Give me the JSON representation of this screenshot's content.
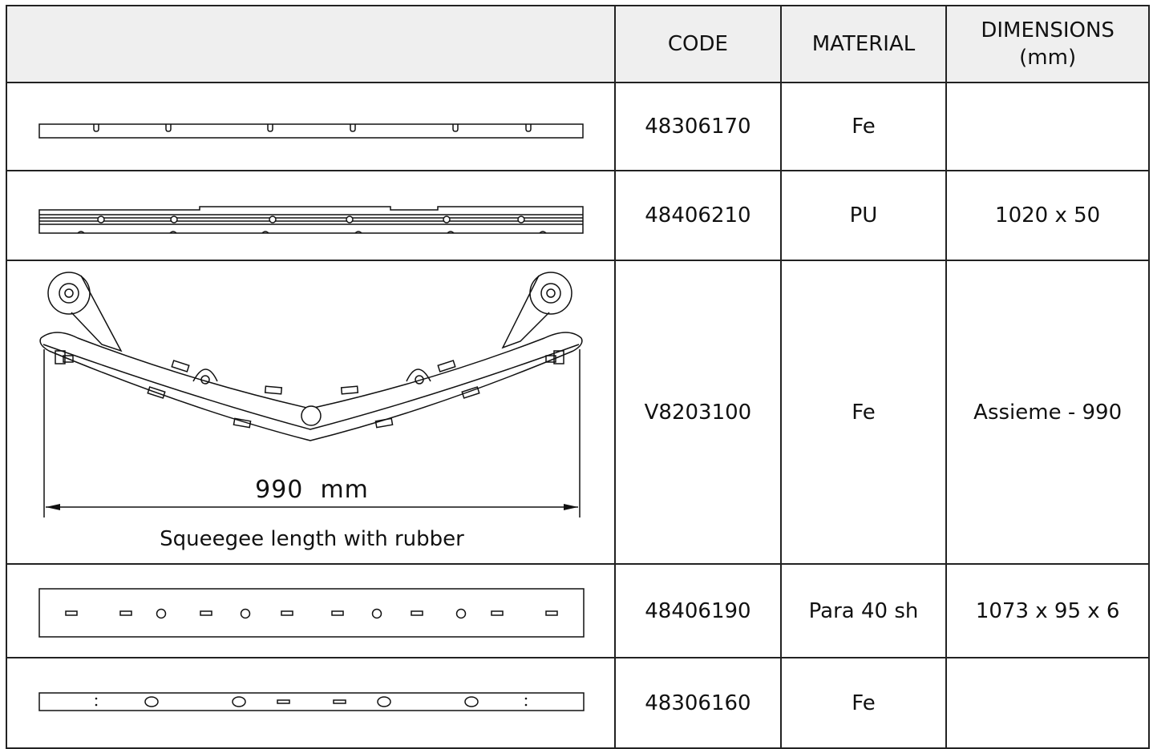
{
  "header": {
    "col_code": "CODE",
    "col_material": "MATERIAL",
    "col_dimensions_line1": "DIMENSIONS",
    "col_dimensions_line2": "(mm)"
  },
  "rows": [
    {
      "code": "48306170",
      "material": "Fe",
      "dimensions": ""
    },
    {
      "code": "48406210",
      "material": "PU",
      "dimensions": "1020 x 50"
    },
    {
      "code": "V8203100",
      "material": "Fe",
      "dimensions": "Assieme - 990",
      "drawing_dimension": "990  mm",
      "drawing_caption": "Squeegee length with rubber"
    },
    {
      "code": "48406190",
      "material": "Para 40 sh",
      "dimensions": "1073 x 95 x 6"
    },
    {
      "code": "48306160",
      "material": "Fe",
      "dimensions": ""
    }
  ]
}
